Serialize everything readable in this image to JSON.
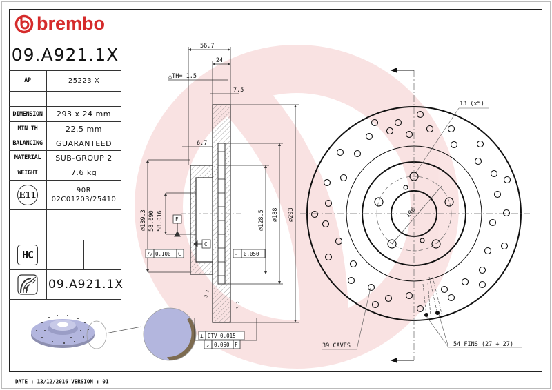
{
  "brand": {
    "name": "brembo",
    "color": "#d52b2b"
  },
  "part_number": "09.A921.1X",
  "spec_table": [
    {
      "label": "AP",
      "value": "25223 X"
    },
    {
      "label": "",
      "value": ""
    },
    {
      "label": "DIMENSION",
      "value": "293 x 24 mm"
    },
    {
      "label": "MIN TH",
      "value": "22.5 mm"
    },
    {
      "label": "BALANCING",
      "value": "GUARANTEED"
    },
    {
      "label": "MATERIAL",
      "value": "SUB-GROUP 2"
    },
    {
      "label": "WEIGHT",
      "value": "7.6 kg"
    }
  ],
  "approval": {
    "mark": "E11",
    "line1": "90R",
    "line2": "02C01203/25410"
  },
  "hc_badge": "HC",
  "product_ref": "09.A921.1X",
  "footer": {
    "date_text": "DATE : 13/12/2016 VERSION : 01"
  },
  "section_view": {
    "dims": {
      "overall_height": "56.7",
      "thickness": "24",
      "delta_th": "△TH= 1.5",
      "cheek": "7.5",
      "hat_wall": "6.7",
      "d139": "⌀139.3",
      "d58a": "58.090",
      "d58b": "58.016",
      "d58_prefix": "⌀",
      "d128": "⌀128.5",
      "d188": "⌀188",
      "d293": "⌀293"
    },
    "datums": {
      "f": "F",
      "c": "C"
    },
    "tolerances": {
      "parallel": "0.100",
      "parallel_ref": "C",
      "flatness": "0.050",
      "dtv": "DTV 0.015",
      "runout": "0.050",
      "runout_ref": "F"
    },
    "roughness": {
      "a": "3.2",
      "b": "3.2"
    }
  },
  "front_view": {
    "bolt_holes": "13 (x5)",
    "pcd": "100",
    "caves": "39 CAVES",
    "fins": "54 FINS (27 + 27)"
  }
}
